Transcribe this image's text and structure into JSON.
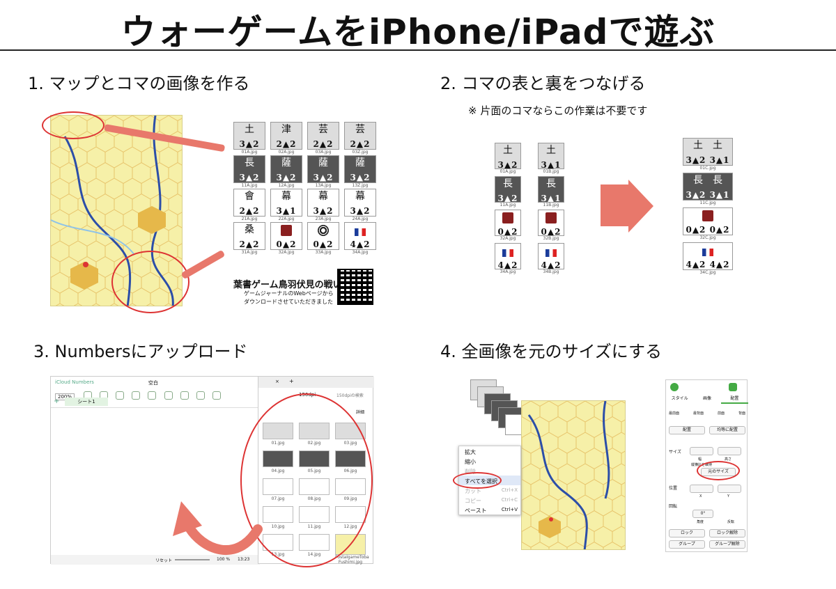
{
  "title": "ウォーゲームをiPhone/iPadで遊ぶ",
  "steps": {
    "s1": "1. マップとコマの画像を作る",
    "s2": "2. コマの表と裏をつなげる",
    "s2_note": "※ 片面のコマならこの作業は不要です",
    "s3": "3. Numbersにアップロード",
    "s4": "4. 全画像を元のサイズにする"
  },
  "panel1": {
    "counters": [
      {
        "k": "土",
        "n": "3▲2",
        "cap": "01A.jpg",
        "style": "gray"
      },
      {
        "k": "津",
        "n": "2▲2",
        "cap": "02A.jpg",
        "style": "gray"
      },
      {
        "k": "芸",
        "n": "2▲2",
        "cap": "03A.jpg",
        "style": "gray"
      },
      {
        "k": "芸",
        "n": "2▲2",
        "cap": "03Z.jpg",
        "style": "gray"
      },
      {
        "k": "長",
        "n": "3▲2",
        "cap": "11A.jpg",
        "style": "dark"
      },
      {
        "k": "薩",
        "n": "3▲2",
        "cap": "12A.jpg",
        "style": "dark"
      },
      {
        "k": "薩",
        "n": "3▲2",
        "cap": "13A.jpg",
        "style": "dark"
      },
      {
        "k": "薩",
        "n": "3▲2",
        "cap": "13Z.jpg",
        "style": "dark"
      },
      {
        "k": "會",
        "n": "2▲2",
        "cap": "21A.jpg",
        "style": "white"
      },
      {
        "k": "幕",
        "n": "3▲1",
        "cap": "22A.jpg",
        "style": "white"
      },
      {
        "k": "幕",
        "n": "3▲2",
        "cap": "23A.jpg",
        "style": "white"
      },
      {
        "k": "幕",
        "n": "3▲2",
        "cap": "24A.jpg",
        "style": "white"
      },
      {
        "k": "桑",
        "n": "2▲2",
        "cap": "31A.jpg",
        "style": "white"
      },
      {
        "k": "",
        "n": "0▲2",
        "cap": "32A.jpg",
        "style": "crest"
      },
      {
        "k": "",
        "n": "0▲2",
        "cap": "33A.jpg",
        "style": "mon"
      },
      {
        "k": "",
        "n": "4▲2",
        "cap": "34A.jpg",
        "style": "flag"
      }
    ],
    "credit_title": "葉書ゲーム鳥羽伏見の戦い",
    "credit_line1": "ゲームジャーナルのWebページから",
    "credit_line2": "ダウンロードさせていただきました",
    "qr_icon": "qr-code-icon"
  },
  "panel2": {
    "left": [
      {
        "k": "土",
        "n": "3▲2",
        "cap": "01A.jpg",
        "style": "gray"
      },
      {
        "k": "土",
        "n": "3▲1",
        "cap": "01B.jpg",
        "style": "gray"
      },
      {
        "k": "長",
        "n": "3▲2",
        "cap": "11A.jpg",
        "style": "dark"
      },
      {
        "k": "長",
        "n": "3▲1",
        "cap": "11B.jpg",
        "style": "dark"
      },
      {
        "k": "",
        "n": "0▲2",
        "cap": "32A.jpg",
        "style": "crest"
      },
      {
        "k": "",
        "n": "0▲2",
        "cap": "32B.jpg",
        "style": "crest"
      },
      {
        "k": "",
        "n": "4▲2",
        "cap": "34A.jpg",
        "style": "flag"
      },
      {
        "k": "",
        "n": "4▲2",
        "cap": "34B.jpg",
        "style": "flag"
      }
    ],
    "right": [
      {
        "k": "土　土",
        "n": "3▲2 3▲1",
        "cap": "01C.jpg",
        "style": "gray"
      },
      {
        "k": "長　長",
        "n": "3▲2 3▲1",
        "cap": "11C.jpg",
        "style": "dark"
      },
      {
        "k": "",
        "n": "0▲2 0▲2",
        "cap": "32C.jpg",
        "style": "crest"
      },
      {
        "k": "",
        "n": "4▲2 4▲2",
        "cap": "34C.jpg",
        "style": "flag"
      }
    ]
  },
  "panel3": {
    "app_name": "iCloud Numbers",
    "doc_title": "空白",
    "zoom": "200%",
    "sheet_tab": "シート1",
    "explorer_tab": "150dpi",
    "explorer_path": "150dpiの検索",
    "detail": "詳細",
    "files": [
      {
        "cap": "01.jpg"
      },
      {
        "cap": "02.jpg"
      },
      {
        "cap": "03.jpg"
      },
      {
        "cap": "04.jpg"
      },
      {
        "cap": "05.jpg"
      },
      {
        "cap": "06.jpg"
      },
      {
        "cap": "07.jpg"
      },
      {
        "cap": "08.jpg"
      },
      {
        "cap": "09.jpg"
      },
      {
        "cap": "10.jpg"
      },
      {
        "cap": "11.jpg"
      },
      {
        "cap": "12.jpg"
      },
      {
        "cap": "13.jpg"
      },
      {
        "cap": "14.jpg"
      },
      {
        "cap": "PostalgameToba Fushimi.jpg"
      }
    ],
    "statusbar_reset": "リセット",
    "statusbar_zoom": "100 %",
    "statusbar_time": "13:23"
  },
  "panel4": {
    "context_menu": [
      {
        "label": "拡大",
        "shortcut": ""
      },
      {
        "label": "縮小",
        "shortcut": ""
      },
      {
        "label": "削除",
        "shortcut": ""
      },
      {
        "label": "すべてを選択",
        "shortcut": ""
      },
      {
        "label": "カット",
        "shortcut": "Ctrl+X"
      },
      {
        "label": "コピー",
        "shortcut": "Ctrl+C"
      },
      {
        "label": "ペースト",
        "shortcut": "Ctrl+V"
      }
    ],
    "inspector_tabs": [
      "スタイル",
      "画像",
      "配置"
    ],
    "arrange_buttons": [
      "最前面",
      "最背面",
      "前面",
      "背面"
    ],
    "align_label": "配置",
    "distribute_label": "均等に配置",
    "size_label": "サイズ",
    "width_label": "幅",
    "height_label": "高さ",
    "constrain_label": "縦横比を維持",
    "original_size_button": "元のサイズ",
    "position_label": "位置",
    "x_label": "X",
    "y_label": "Y",
    "rotate_label": "回転",
    "angle_label": "角度",
    "angle_value": "0°",
    "flip_label": "反転",
    "lock_button": "ロック",
    "unlock_button": "ロック解除",
    "group_button": "グループ",
    "ungroup_button": "グループ解除"
  }
}
